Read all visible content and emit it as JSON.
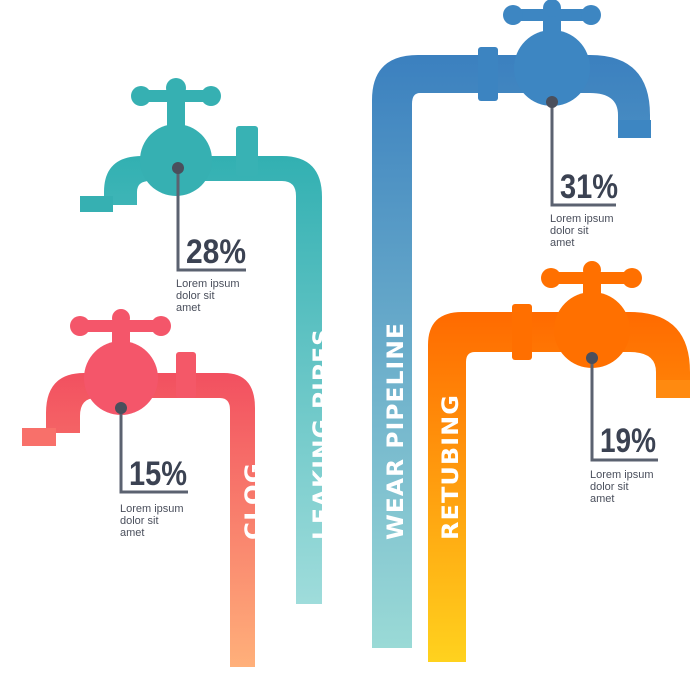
{
  "colors": {
    "clog": "#f25d5d",
    "leaking": "#36b3b5",
    "wear": "#3d86c2",
    "retubing": "#ff7a00",
    "text": "#3b4252",
    "marker": "#5b6270"
  },
  "taps": [
    {
      "name": "clog",
      "label": "CLOG",
      "value": "15%",
      "desc": [
        "Lorem ipsum",
        "dolor sit",
        "amet"
      ]
    },
    {
      "name": "leaking",
      "label": "LEAKING PIPES",
      "value": "28%",
      "desc": [
        "Lorem ipsum",
        "dolor sit",
        "amet"
      ]
    },
    {
      "name": "wear",
      "label": "WEAR PIPELINE",
      "value": "31%",
      "desc": [
        "Lorem ipsum",
        "dolor sit",
        "amet"
      ]
    },
    {
      "name": "retubing",
      "label": "RETUBING",
      "value": "19%",
      "desc": [
        "Lorem ipsum",
        "dolor sit",
        "amet"
      ]
    }
  ]
}
